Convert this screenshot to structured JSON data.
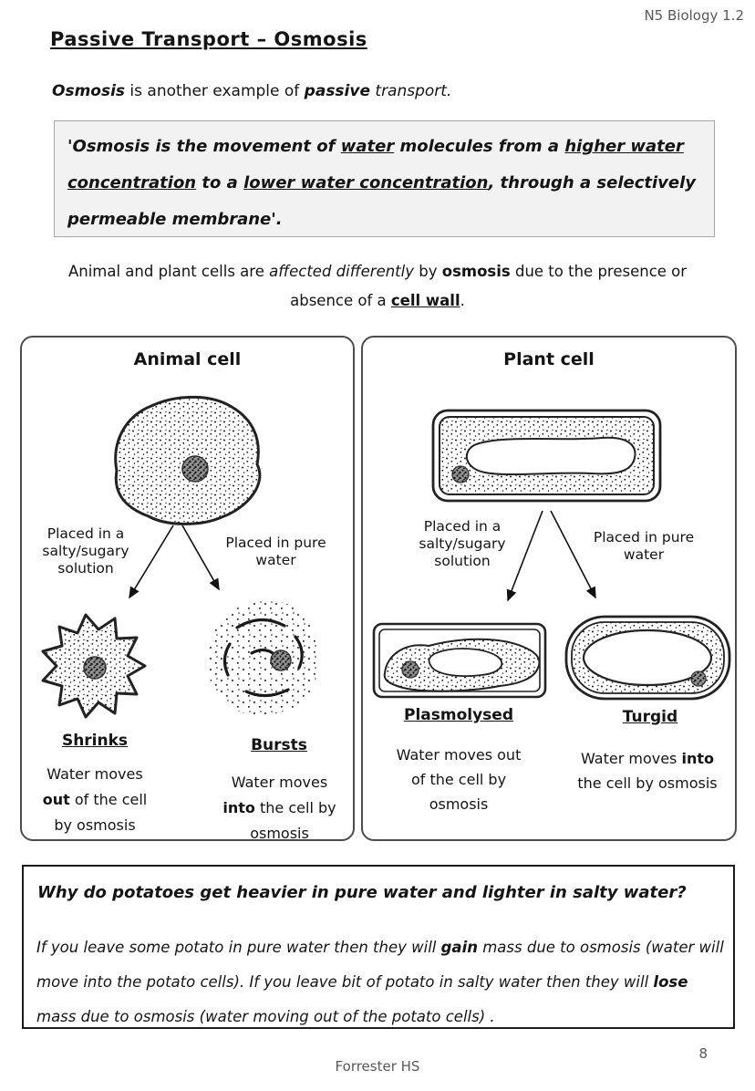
{
  "header": {
    "course": "N5 Biology 1.2",
    "title": "Passive Transport – Osmosis"
  },
  "intro": {
    "s1": "Osmosis",
    "s2": " is another example of ",
    "s3": "passive",
    "s4": " transport."
  },
  "definition": {
    "s1": "'Osmosis is the movement of ",
    "s2": "water",
    "s3": " molecules from a ",
    "s4": "higher water concentration",
    "s5": " to a ",
    "s6": "lower water concentration",
    "s7": ", through a selectively permeable membrane'."
  },
  "comparison": {
    "s1": "Animal and plant cells are ",
    "s2": "affected differently",
    "s3": " by ",
    "s4": "osmosis",
    "s5": " due to the presence or absence of a ",
    "s6": "cell wall",
    "s7": "."
  },
  "animal_panel": {
    "title": "Animal cell",
    "salty_condition": "Placed in a salty/sugary solution",
    "pure_condition": "Placed in pure water",
    "shrinks": {
      "label": "Shrinks",
      "line1": "Water moves",
      "line2a": "out",
      "line2b": " of the cell",
      "line3": "by osmosis"
    },
    "bursts": {
      "label": "Bursts",
      "line1": "Water moves",
      "line2a": "into",
      "line2b": " the cell by",
      "line3": "osmosis"
    }
  },
  "plant_panel": {
    "title": "Plant cell",
    "salty_condition": "Placed in a salty/sugary solution",
    "pure_condition": "Placed in pure water",
    "plasmolysed": {
      "label": "Plasmolysed",
      "line1": "Water moves out",
      "line2": "of the cell by",
      "line3": "osmosis"
    },
    "turgid": {
      "label": "Turgid",
      "line1a": "Water moves ",
      "line1b": "into",
      "line2": "the cell by osmosis"
    }
  },
  "potato_box": {
    "question": "Why do potatoes get heavier in pure water and lighter in salty water?",
    "a1": "If you leave some potato in pure water then they will ",
    "a2": "gain",
    "a3": " mass due to osmosis (water will move into the potato cells). If you leave bit of potato in salty water then they will ",
    "a4": "lose",
    "a5": " mass due to osmosis (water moving out of the potato cells) ."
  },
  "footer": {
    "school": "Forrester HS",
    "page_number": "8"
  },
  "colors": {
    "ink": "#141414",
    "muted_gray": "#595959",
    "definition_bg": "#f2f2f2",
    "panel_border": "#4d4d4d"
  }
}
